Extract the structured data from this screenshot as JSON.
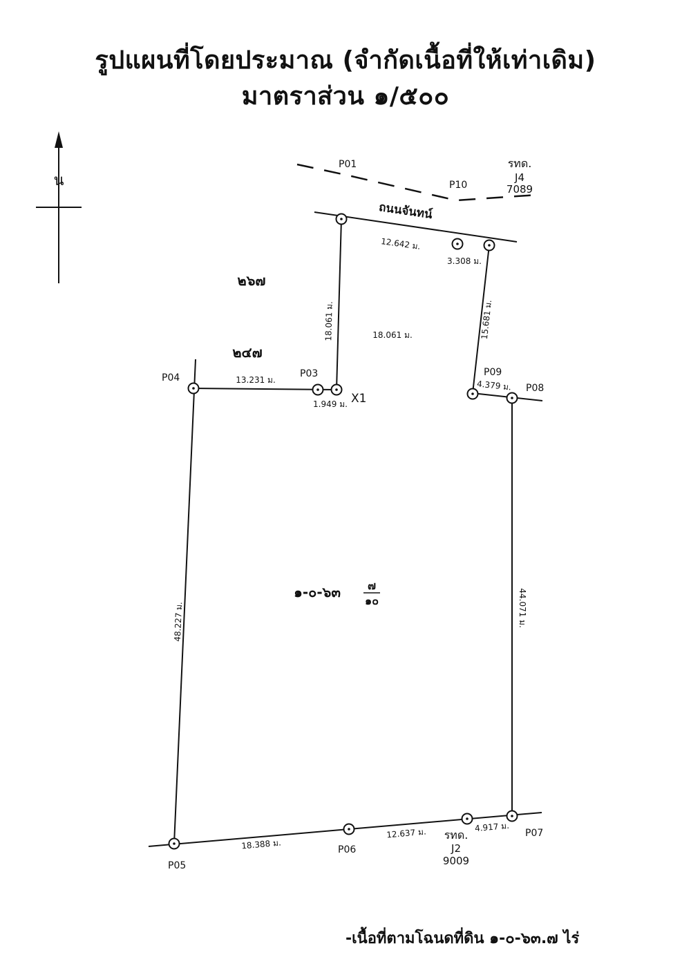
{
  "title": {
    "line1": "รูปแผนที่โดยประมาณ (จำกัดเนื้อที่ให้เท่าเดิม)",
    "line2": "มาตราส่วน ๑/๕๐๐"
  },
  "north": {
    "label": "น"
  },
  "road": {
    "name": "ถนนจันทน์"
  },
  "points": {
    "p01": "P01",
    "p03": "P03",
    "p04": "P04",
    "p05": "P05",
    "p06": "P06",
    "p07": "P07",
    "p08": "P08",
    "p09": "P09",
    "p10": "P10",
    "x1": "X1"
  },
  "benchmarks": {
    "top": {
      "l1": "รทด.",
      "l2": "J4",
      "l3": "7089"
    },
    "bottom": {
      "l1": "รทด.",
      "l2": "J2",
      "l3": "9009"
    }
  },
  "dimensions": {
    "top_left": "12.642 ม.",
    "top_right": "3.308 ม.",
    "left_vertical": "18.061 ม.",
    "inner_vertical": "18.061 ม.",
    "right_vertical": "15.681 ม.",
    "p04_p03": "13.231 ม.",
    "p03_x1": "1.949 ม.",
    "p09_p08": "4.379 ม.",
    "west": "48.227 ม.",
    "east": "44.071 ม.",
    "south_1": "18.388 ม.",
    "south_2": "12.637 ม.",
    "south_3": "4.917 ม."
  },
  "neighbors": {
    "north_west": "๒๖๗",
    "west": "๒๔๗"
  },
  "area": {
    "main": "๑-๐-๖๓",
    "num": "๗",
    "den": "๑๐"
  },
  "footer": "-เนื้อที่ตามโฉนดที่ดิน ๑-๐-๖๓.๗ ไร่"
}
